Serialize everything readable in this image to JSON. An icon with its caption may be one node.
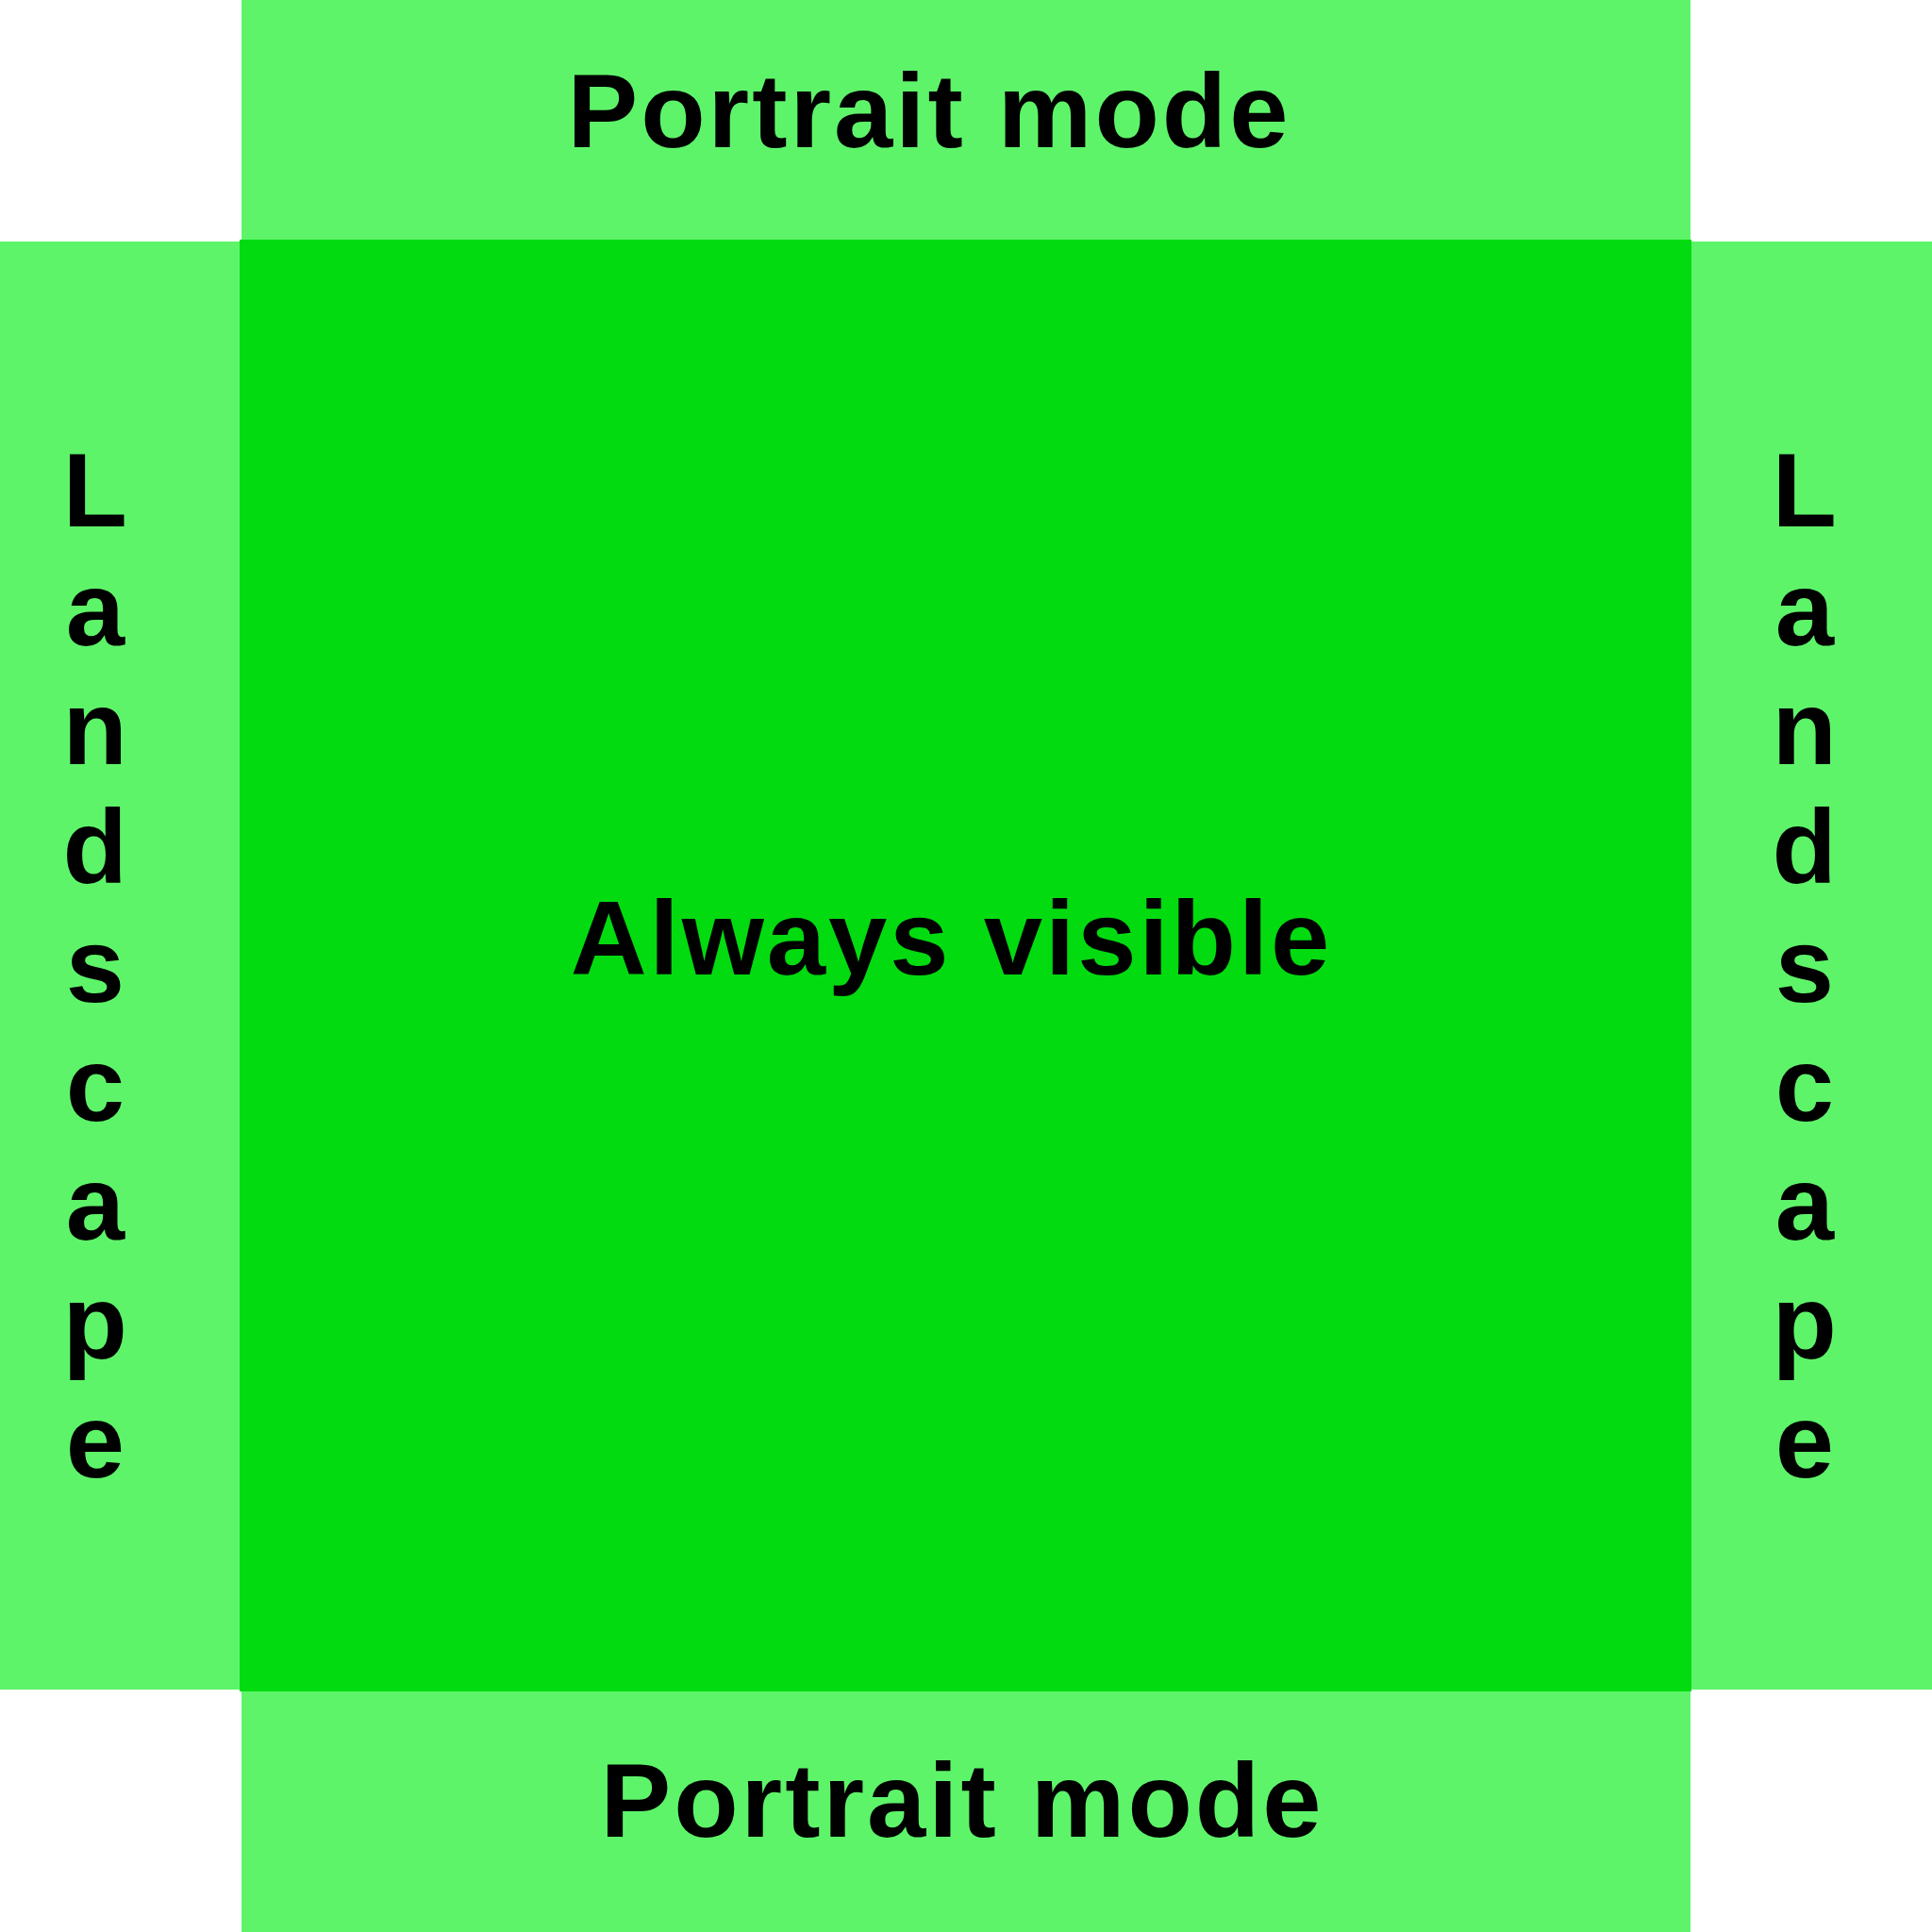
{
  "diagram": {
    "nodes": [
      {
        "text": [
          "Portrait mode"
        ]
      },
      {
        "text": [
          "Landscape"
        ]
      },
      {
        "text": [
          "Always visible"
        ]
      },
      {
        "text": [
          "Landscape"
        ]
      },
      {
        "text": [
          "Portrait mode"
        ]
      }
    ]
  }
}
